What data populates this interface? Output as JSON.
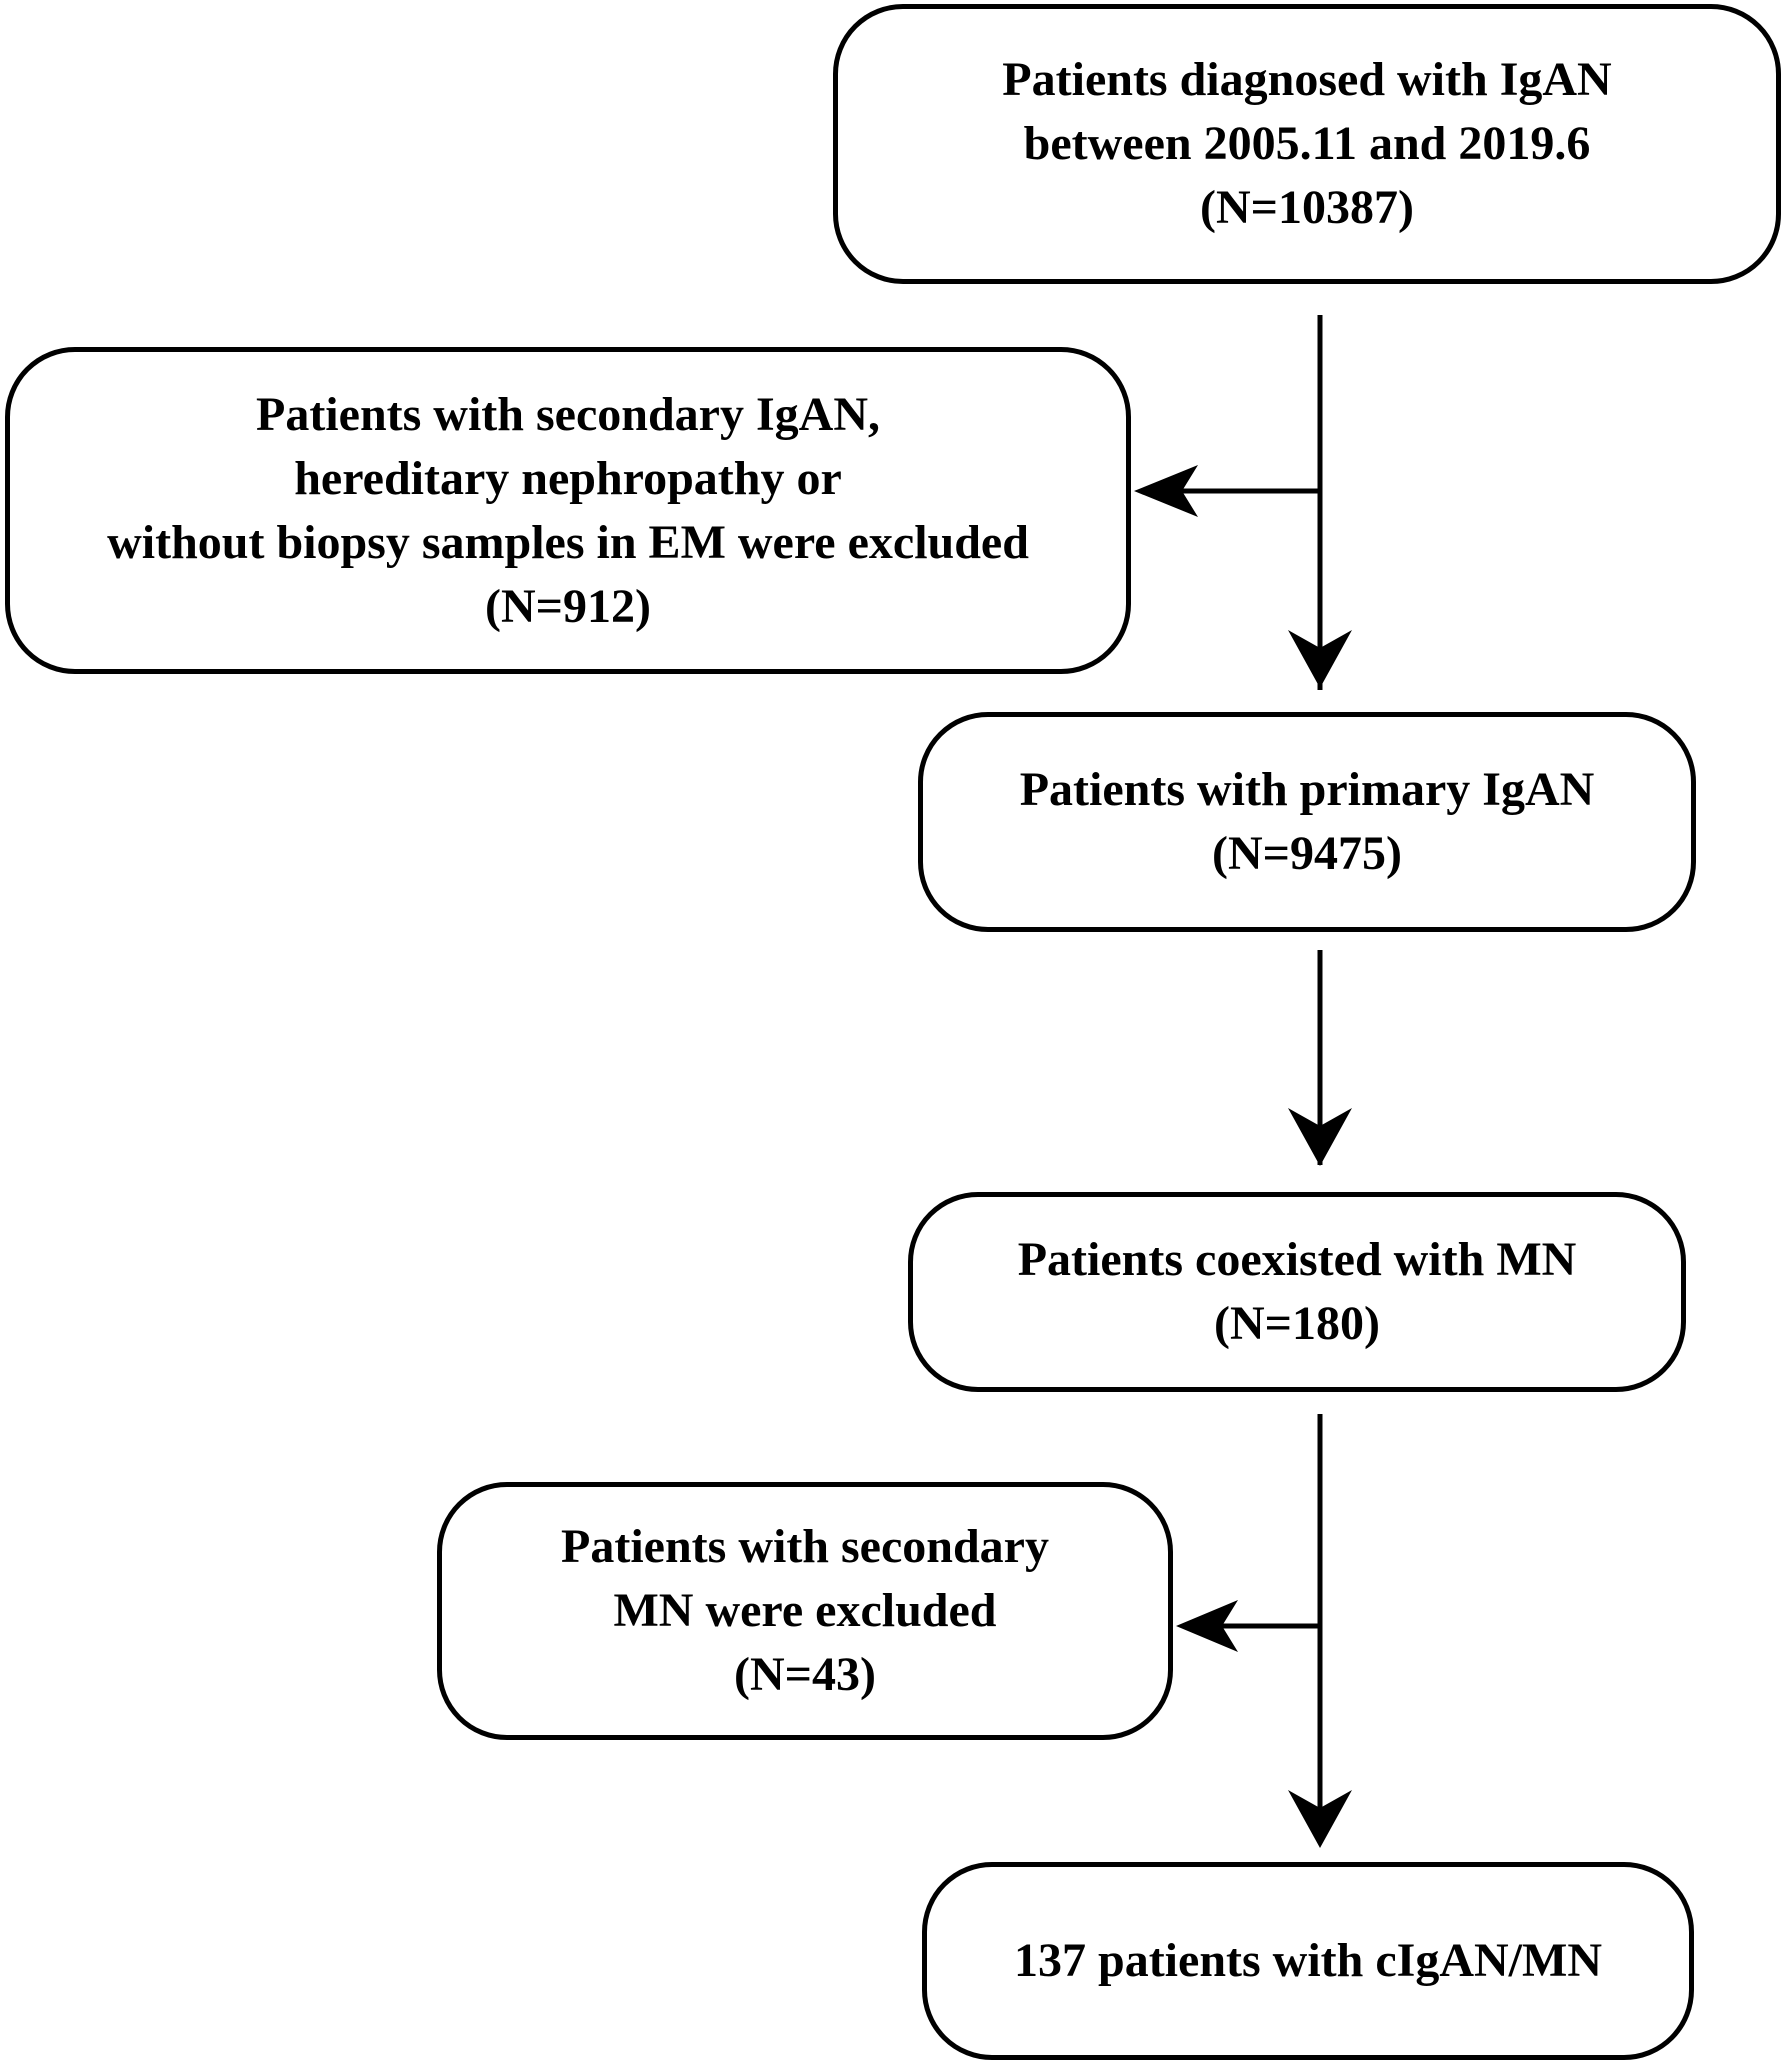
{
  "boxes": {
    "b1": {
      "lines": [
        "Patients diagnosed with IgAN",
        "between 2005.11 and 2019.6",
        "(N=10387)"
      ]
    },
    "b2": {
      "lines": [
        "Patients with secondary IgAN,",
        "hereditary nephropathy or",
        "without biopsy samples in EM were excluded",
        "(N=912)"
      ]
    },
    "b3": {
      "lines": [
        "Patients with primary IgAN",
        "(N=9475)"
      ]
    },
    "b4": {
      "lines": [
        "Patients coexisted with MN",
        "(N=180)"
      ]
    },
    "b5": {
      "lines": [
        "Patients with secondary",
        "MN were excluded",
        "(N=43)"
      ]
    },
    "b6": {
      "lines": [
        "137 patients with cIgAN/MN"
      ]
    }
  }
}
